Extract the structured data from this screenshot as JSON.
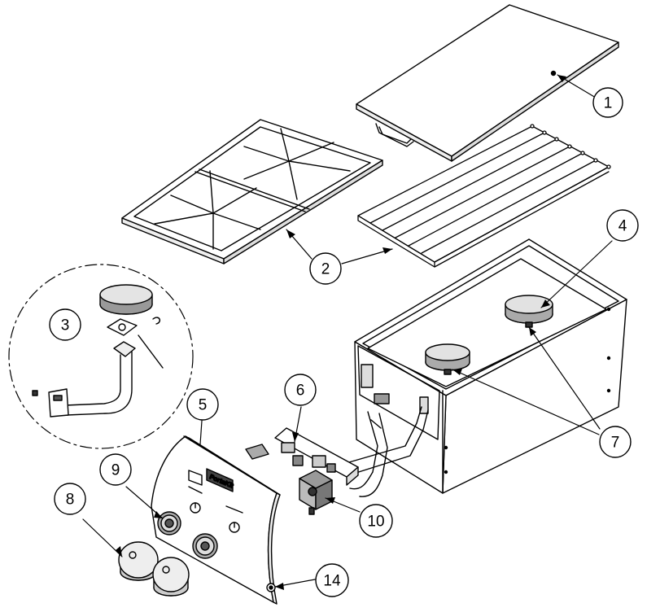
{
  "diagram": {
    "callouts": [
      {
        "id": "c1",
        "label": "1"
      },
      {
        "id": "c2",
        "label": "2"
      },
      {
        "id": "c3",
        "label": "3"
      },
      {
        "id": "c4",
        "label": "4"
      },
      {
        "id": "c5",
        "label": "5"
      },
      {
        "id": "c6",
        "label": "6"
      },
      {
        "id": "c7",
        "label": "7"
      },
      {
        "id": "c8",
        "label": "8"
      },
      {
        "id": "c9",
        "label": "9"
      },
      {
        "id": "c10",
        "label": "10"
      },
      {
        "id": "c14",
        "label": "14"
      }
    ],
    "parts": [
      {
        "id": "griddle-cover"
      },
      {
        "id": "burner-grate"
      },
      {
        "id": "wire-rack"
      },
      {
        "id": "burner-detail-inset"
      },
      {
        "id": "burner-head-right"
      },
      {
        "id": "burner-head-left"
      },
      {
        "id": "firebox-housing"
      },
      {
        "id": "control-panel"
      },
      {
        "id": "gas-manifold"
      },
      {
        "id": "valve-assembly"
      },
      {
        "id": "control-knob-left"
      },
      {
        "id": "control-knob-right"
      },
      {
        "id": "bezel-left"
      },
      {
        "id": "bezel-right"
      },
      {
        "id": "igniter-button"
      }
    ],
    "colors": {
      "line": "#000000",
      "fill": "#ffffff",
      "shade": "#cccccc",
      "dark": "#333333"
    }
  }
}
